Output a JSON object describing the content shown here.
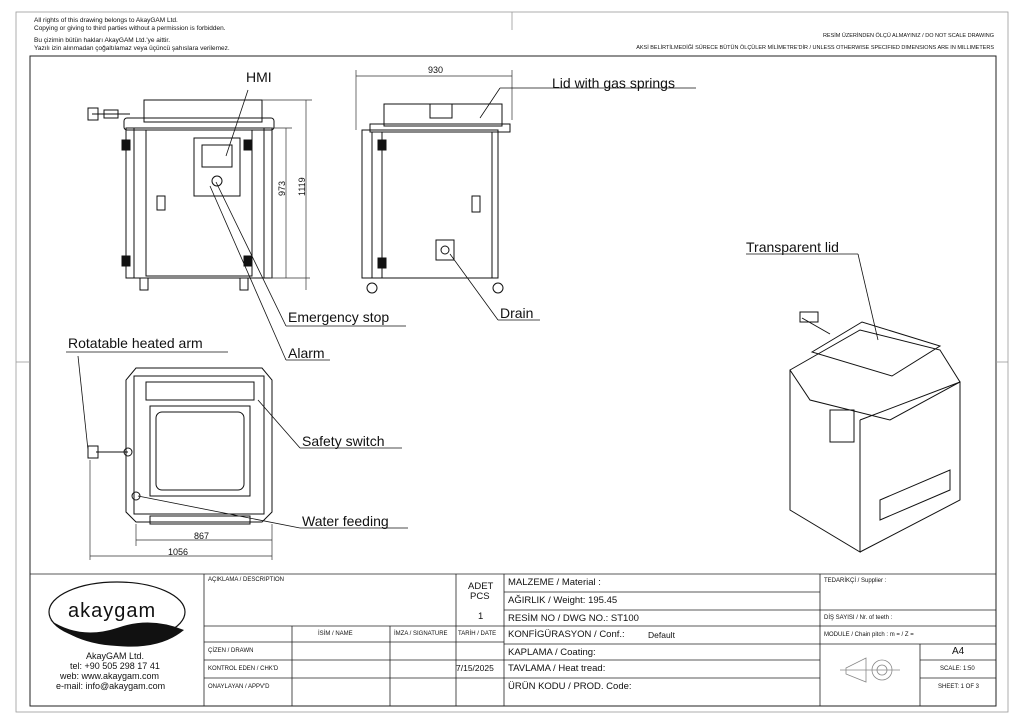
{
  "notice": {
    "line1": "All rights of this drawing belongs to AkayGAM Ltd.",
    "line2": "Copying or giving to third parties without a permission is forbidden.",
    "line3": "Bu çizimin bütün hakları AkayGAM Ltd.'ye aittir.",
    "line4": "Yazılı izin alınmadan çoğaltılamaz veya üçüncü şahıslara verilemez."
  },
  "scale_notice": {
    "line1": "RESİM ÜZERİNDEN ÖLÇÜ ALMAYINIZ / DO NOT SCALE DRAWING",
    "line2": "AKSİ BELİRTİLMEDİĞİ SÜRECE BÜTÜN ÖLÇÜLER MİLİMETRE'DİR / UNLESS OTHERWISE SPECIFIED DIMENSIONS ARE IN MILLIMETERS"
  },
  "callouts": {
    "hmi": "HMI",
    "lid": "Lid with gas springs",
    "emergency": "Emergency stop",
    "alarm": "Alarm",
    "drain": "Drain",
    "transparent": "Transparent lid",
    "arm": "Rotatable heated arm",
    "safety": "Safety switch",
    "water": "Water feeding"
  },
  "dimensions": {
    "width_side": "930",
    "height_inner": "973",
    "height_total": "1119",
    "depth_inner": "867",
    "depth_total": "1056"
  },
  "company": {
    "logo": "akaygam",
    "name": "AkayGAM Ltd.",
    "tel": "tel: +90 505 298 17 41",
    "web": "web: www.akaygam.com",
    "email": "e-mail: info@akaygam.com"
  },
  "title_block": {
    "description_label": "AÇIKLAMA / DESCRIPTION",
    "qty_label_1": "ADET",
    "qty_label_2": "PCS",
    "qty_value": "1",
    "drawn": "ÇİZEN / DRAWN",
    "checked": "KONTROL EDEN / CHK'D",
    "approved": "ONAYLAYAN / APPV'D",
    "name": "İSİM / NAME",
    "signature": "İMZA / SIGNATURE",
    "date_label": "TARİH / DATE",
    "date_value": "7/15/2025",
    "material": "MALZEME / Material :",
    "weight": "AĞIRLIK / Weight: 195.45",
    "dwg_no": "RESİM NO / DWG NO.:  ST100",
    "conf_label": "KONFİGÜRASYON / Conf.:",
    "conf_value": "Default",
    "coating": "KAPLAMA / Coating:",
    "heat": "TAVLAMA / Heat tread:",
    "prod": "ÜRÜN KODU / PROD. Code:",
    "supplier": "TEDARİKÇİ / Supplier :",
    "teeth": "DİŞ SAYISI / Nr. of teeth :",
    "module": "MODULE / Chain pitch :  m =   / Z =",
    "size": "A4",
    "scale": "SCALE: 1:50",
    "sheet": "SHEET: 1 OF 3"
  }
}
